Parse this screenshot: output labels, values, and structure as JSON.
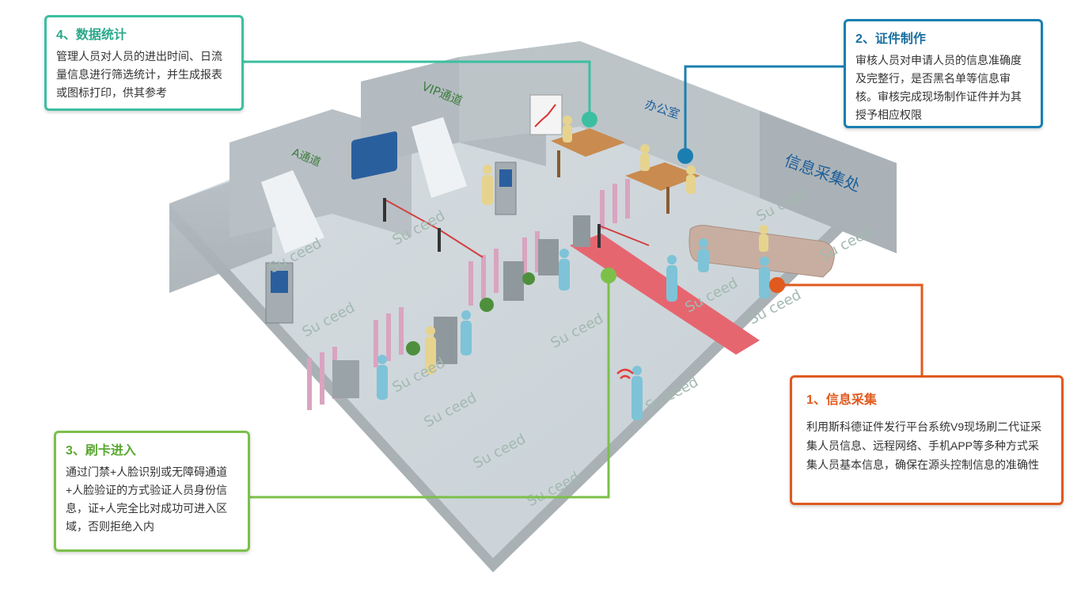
{
  "callouts": {
    "stats": {
      "title": "4、数据统计",
      "body": "管理人员对人员的进出时间、日流量信息进行筛选统计，并生成报表或图标打印，供其参考",
      "color": "#3bbfa0"
    },
    "cert": {
      "title": "2、证件制作",
      "body": "审核人员对申请人员的信息准确度及完整行，是否黑名单等信息审核。审核完成现场制作证件并为其授予相应权限",
      "color": "#1a7fb0"
    },
    "info": {
      "title": "1、信息采集",
      "body": "利用斯科德证件发行平台系统V9现场刷二代证采集人员信息、远程网络、手机APP等多种方式采集人员基本信息，确保在源头控制信息的准确性",
      "color": "#e05a1e"
    },
    "card": {
      "title": "3、刷卡进入",
      "body": "通过门禁+人脸识别或无障碍通道+人脸验证的方式验证人员身份信息，证+人完全比对成功可进入区域，否则拒绝入内",
      "color": "#7cc04a"
    }
  },
  "room_labels": {
    "a_channel": "A通道",
    "vip_channel": "VIP通道",
    "office": "办公室",
    "info_desk": "信息采集处"
  },
  "floor_watermark": "Su ceed"
}
